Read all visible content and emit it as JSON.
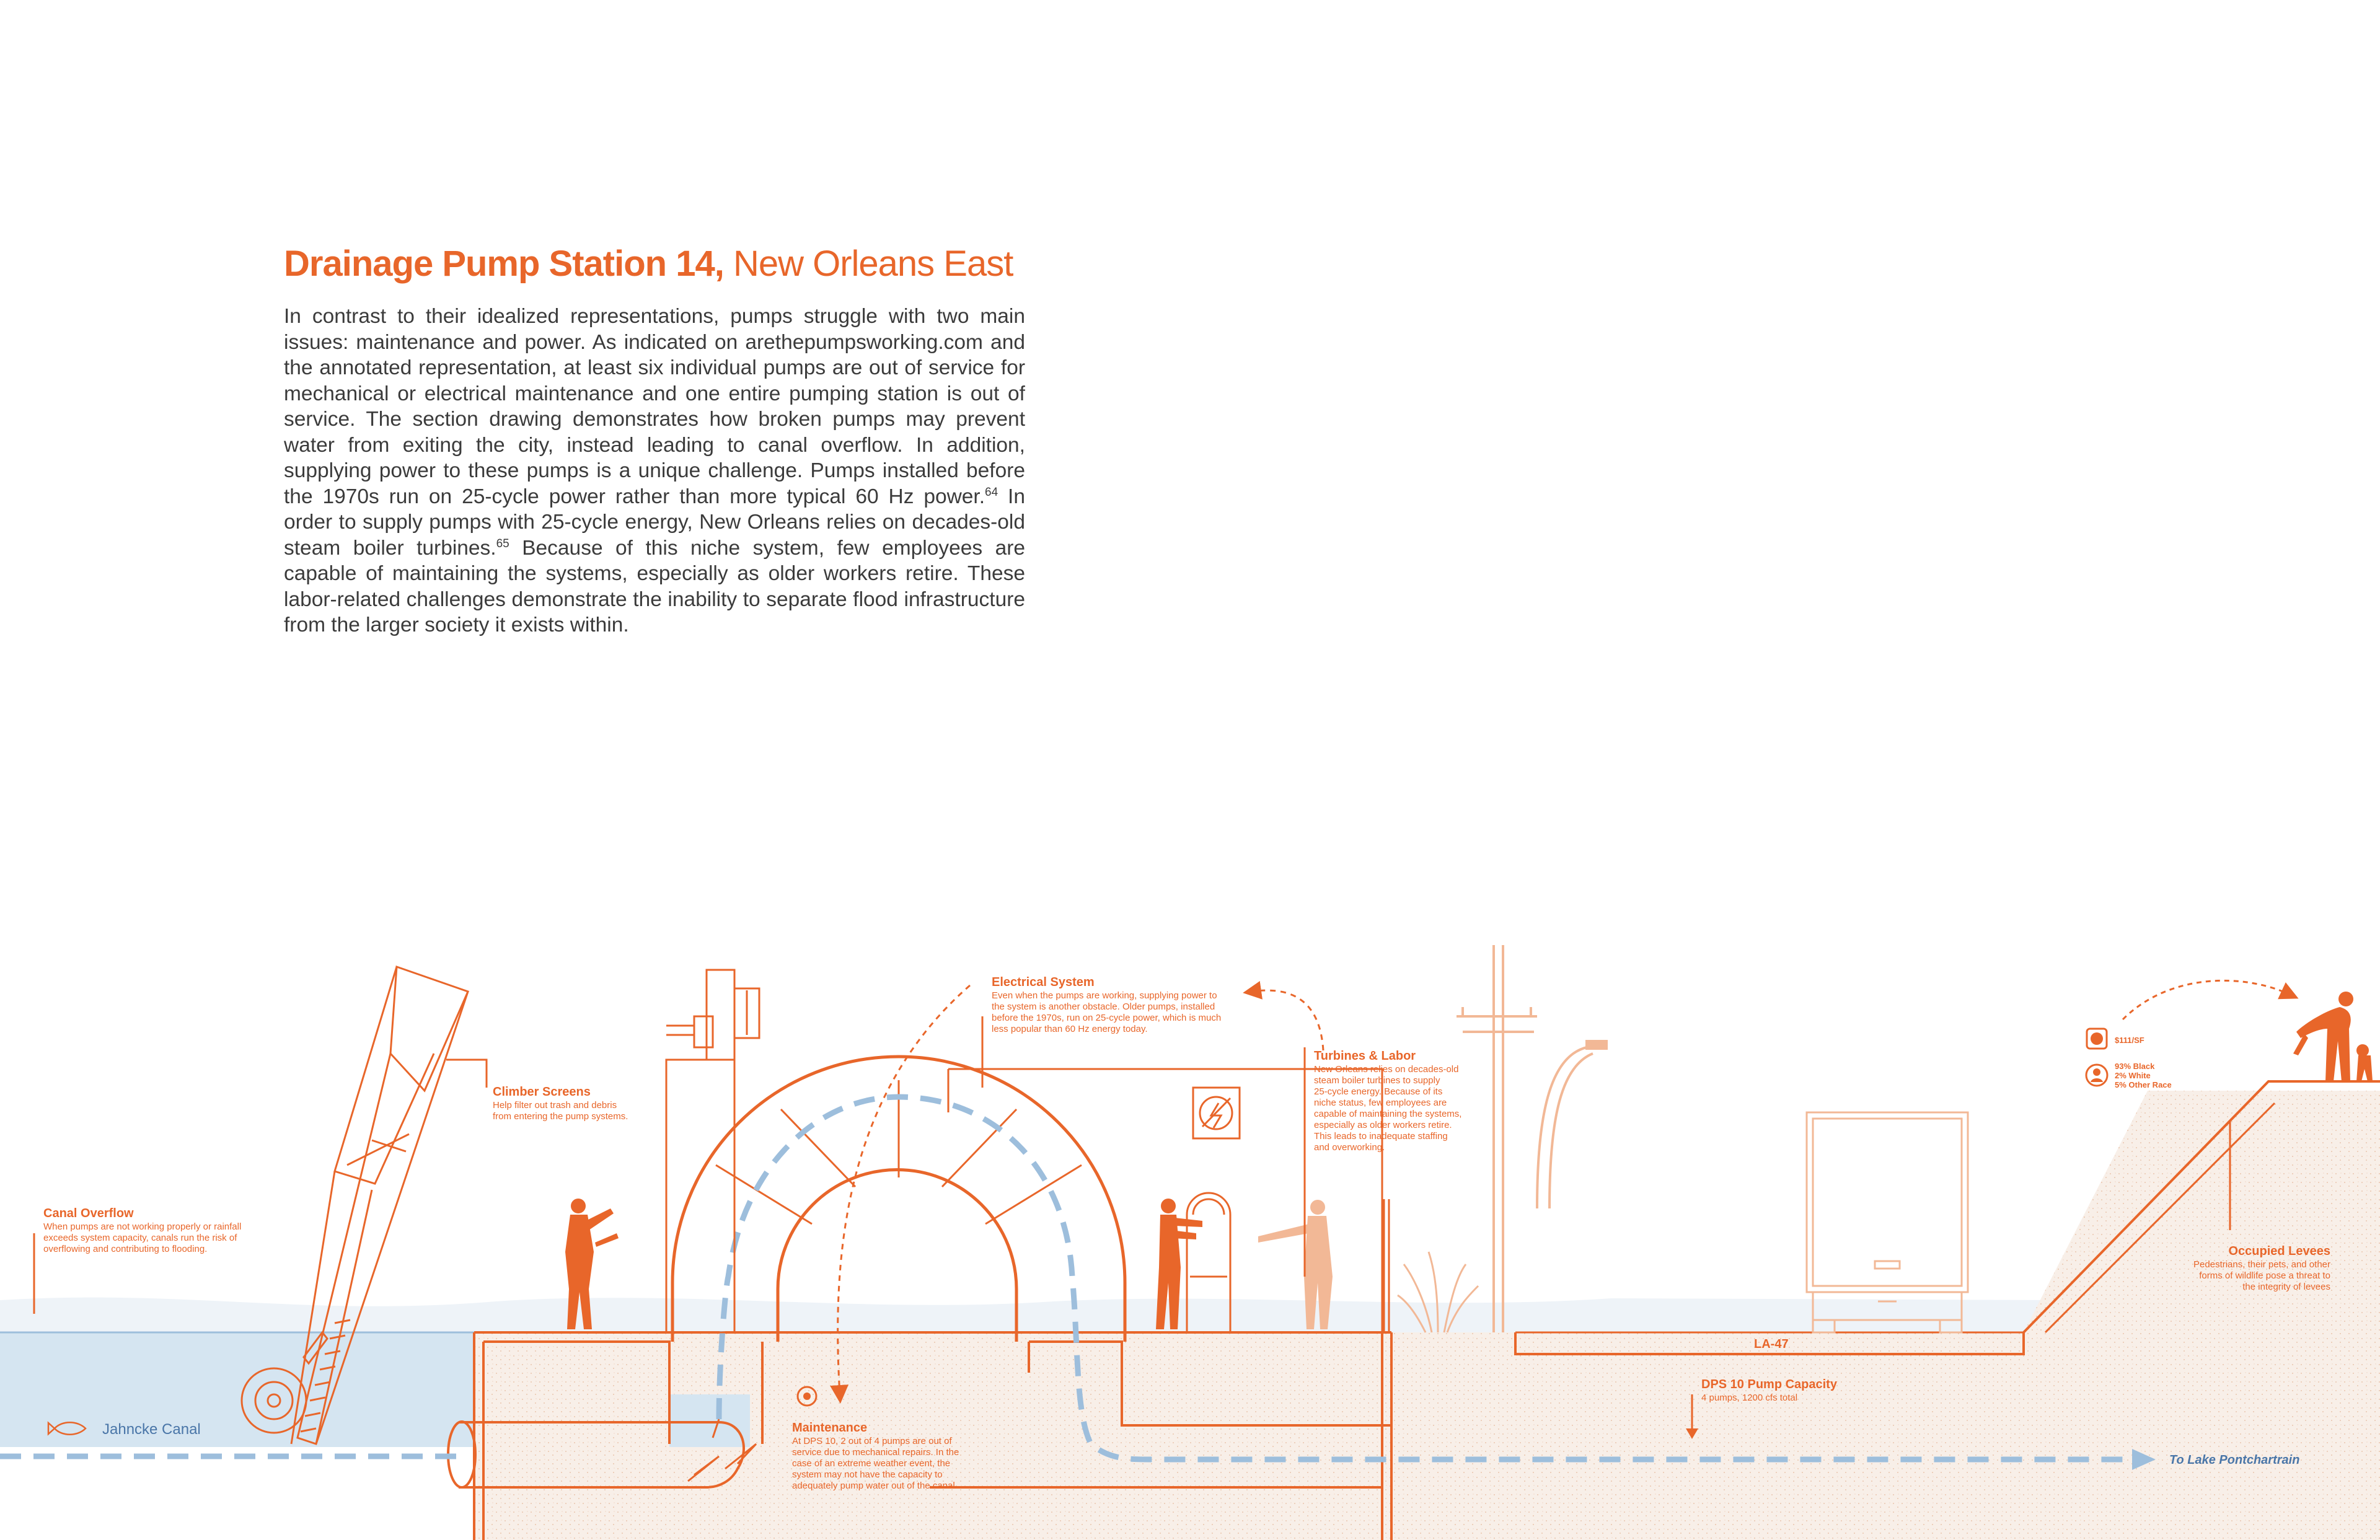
{
  "title": {
    "bold": "Drainage Pump Station 14,",
    "normal": "New Orleans East"
  },
  "intro": {
    "part1": "In contrast to their idealized representations, pumps struggle with two main issues: maintenance and power. As indicated on arethepumpsworking.com and the annotated representation, at least six individual pumps are out of service for mechanical or electrical maintenance and one entire pumping station is out of service. The section drawing demonstrates how broken pumps may prevent water from exiting the city, instead leading to canal overflow. In addition, supplying power to these pumps is a unique challenge. Pumps installed before the 1970s run on 25-cycle power rather than more typical 60 Hz power.",
    "fn1": "64",
    "part2": " In order to supply pumps with 25-cycle energy, New Orleans relies on decades-old steam boiler turbines.",
    "fn2": "65",
    "part3": " Because of this niche system, few employees are capable of maintaining the systems, especially as older workers retire. These labor-related challenges demonstrate the inability to separate flood infrastructure from the larger society it exists within."
  },
  "colors": {
    "accent": "#e8662a",
    "water": "#cfe0ee",
    "flow": "#9dbedc",
    "ground": "#f7ebe2",
    "text": "#3b3b3b",
    "blue_text": "#4a76a8"
  },
  "annotations": {
    "canal_overflow": {
      "title": "Canal Overflow",
      "lines": [
        "When pumps are not working properly or rainfall",
        "exceeds system capacity, canals run the risk of",
        "overflowing and contributing to flooding."
      ]
    },
    "climber_screens": {
      "title": "Climber Screens",
      "lines": [
        "Help filter out trash and debris",
        "from entering the pump systems."
      ]
    },
    "electrical_system": {
      "title": "Electrical System",
      "lines": [
        "Even when the pumps are working, supplying power to",
        "the system is another obstacle. Older pumps, installed",
        "before the 1970s, run on 25-cycle power, which is much",
        "less popular than 60 Hz energy today."
      ]
    },
    "turbines_labor": {
      "title": "Turbines & Labor",
      "lines": [
        "New Orleans relies on decades-old",
        "steam boiler turbines to supply",
        "25-cycle energy. Because of its",
        "niche status, few employees are",
        "capable of maintaining the systems,",
        "especially as older workers retire.",
        "This leads to inadequate staffing",
        "and overworking."
      ]
    },
    "maintenance": {
      "title": "Maintenance",
      "lines": [
        "At DPS 10, 2 out of 4 pumps are out of",
        "service due to mechanical repairs. In the",
        "case of an extreme weather event, the",
        "system may not have the capacity to",
        "adequately pump water out of the canal."
      ]
    },
    "dps_capacity": {
      "title": "DPS 10 Pump Capacity",
      "lines": [
        "4 pumps, 1200 cfs total"
      ]
    },
    "occupied_levees": {
      "title": "Occupied Levees",
      "lines": [
        "Pedestrians, their pets, and other",
        "forms of wildlife pose a threat to",
        "the integrity of levees"
      ]
    }
  },
  "stats": {
    "income": "$111/SF",
    "race": [
      "93% Black",
      "2% White",
      "5% Other Race"
    ]
  },
  "labels": {
    "canal": "Jahncke Canal",
    "road": "LA-47",
    "lake": "To Lake Pontchartrain"
  }
}
